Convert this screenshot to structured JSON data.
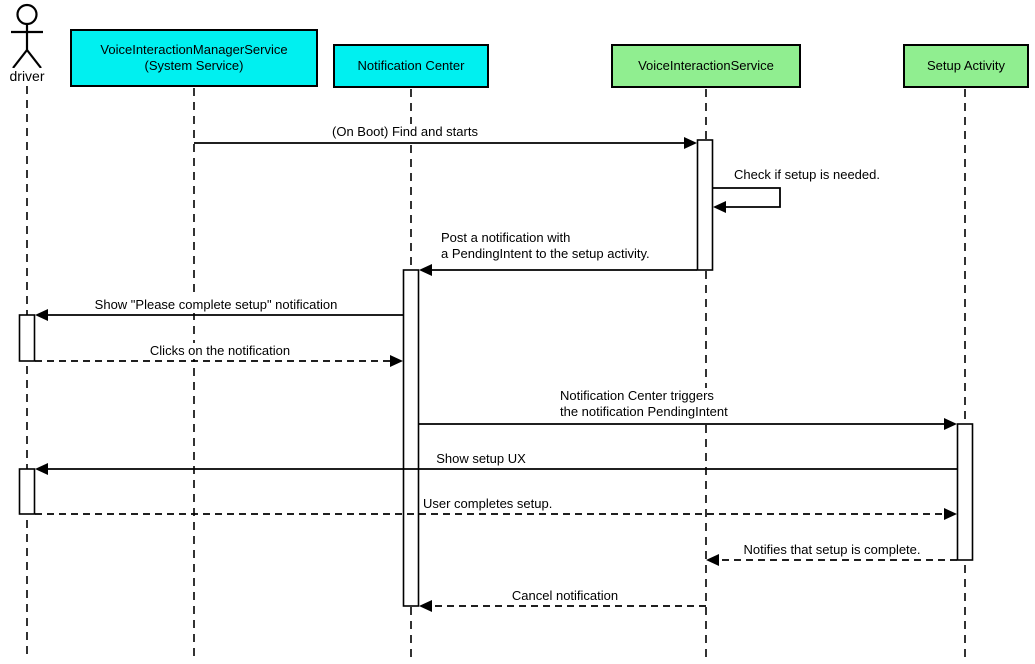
{
  "diagram_type": "uml-sequence-diagram",
  "participants": [
    {
      "id": "driver",
      "kind": "actor",
      "label": "driver"
    },
    {
      "id": "voice-interaction-manager-service",
      "kind": "lifeline-box",
      "label": "VoiceInteractionManagerService\n(System Service)",
      "fill": "#00F0F0"
    },
    {
      "id": "notification-center",
      "kind": "lifeline-box",
      "label": "Notification Center",
      "fill": "#00F0F0"
    },
    {
      "id": "voice-interaction-service",
      "kind": "lifeline-box",
      "label": "VoiceInteractionService",
      "fill": "#90EE90"
    },
    {
      "id": "setup-activity",
      "kind": "lifeline-box",
      "label": "Setup Activity",
      "fill": "#90EE90"
    }
  ],
  "messages": [
    {
      "from": "VoiceInteractionManagerService (System Service)",
      "to": "VoiceInteractionService",
      "line": "solid",
      "label": "(On Boot) Find and starts"
    },
    {
      "from": "VoiceInteractionService",
      "to": "VoiceInteractionService",
      "line": "solid",
      "self_message": true,
      "label": "Check if setup is needed."
    },
    {
      "from": "VoiceInteractionService",
      "to": "Notification Center",
      "line": "solid",
      "label": "Post a notification with\na PendingIntent to the setup activity."
    },
    {
      "from": "Notification Center",
      "to": "driver",
      "line": "solid",
      "label": "Show \"Please complete setup\" notification"
    },
    {
      "from": "driver",
      "to": "Notification Center",
      "line": "dashed",
      "label": "Clicks on the notification"
    },
    {
      "from": "Notification Center",
      "to": "Setup Activity",
      "line": "solid",
      "label": "Notification Center triggers\nthe notification PendingIntent"
    },
    {
      "from": "Setup Activity",
      "to": "driver",
      "line": "solid",
      "label": "Show setup UX"
    },
    {
      "from": "driver",
      "to": "Setup Activity",
      "line": "dashed",
      "label": "User completes setup."
    },
    {
      "from": "Setup Activity",
      "to": "VoiceInteractionService",
      "line": "dashed",
      "label": "Notifies that setup is complete."
    },
    {
      "from": "VoiceInteractionService",
      "to": "Notification Center",
      "line": "dashed",
      "label": "Cancel notification"
    }
  ],
  "colors": {
    "system_box_fill": "#00F0F0",
    "service_box_fill": "#90EE90",
    "stroke": "#000000",
    "background": "#FFFFFF"
  }
}
